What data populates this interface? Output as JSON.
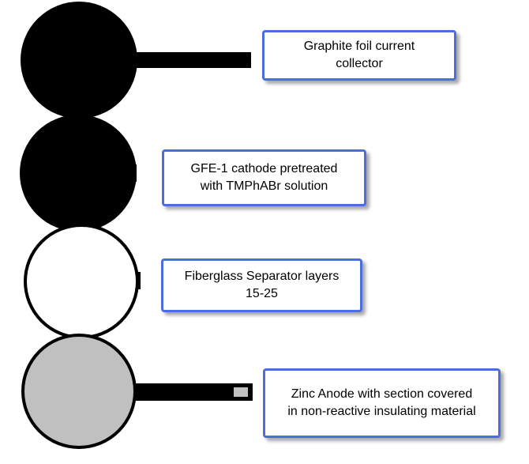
{
  "layers": [
    {
      "id": "graphite-foil",
      "fill": "#000000",
      "stroke": "#000000",
      "label": "Graphite foil current\ncollector"
    },
    {
      "id": "gfe1-cathode",
      "fill": "#000000",
      "stroke": "#000000",
      "label": "GFE-1 cathode pretreated\nwith TMPhABr solution"
    },
    {
      "id": "fiberglass-separator",
      "fill": "#ffffff",
      "stroke": "#000000",
      "label": "Fiberglass Separator layers\n15-25"
    },
    {
      "id": "zinc-anode",
      "fill": "#c0c0c0",
      "stroke": "#000000",
      "label": "Zinc Anode with section covered\nin non-reactive insulating material",
      "insulated_tab_fill": "#c0c0c0"
    }
  ],
  "colors": {
    "box_border": "#4a6ee0",
    "text": "#000000",
    "background": "#ffffff"
  }
}
